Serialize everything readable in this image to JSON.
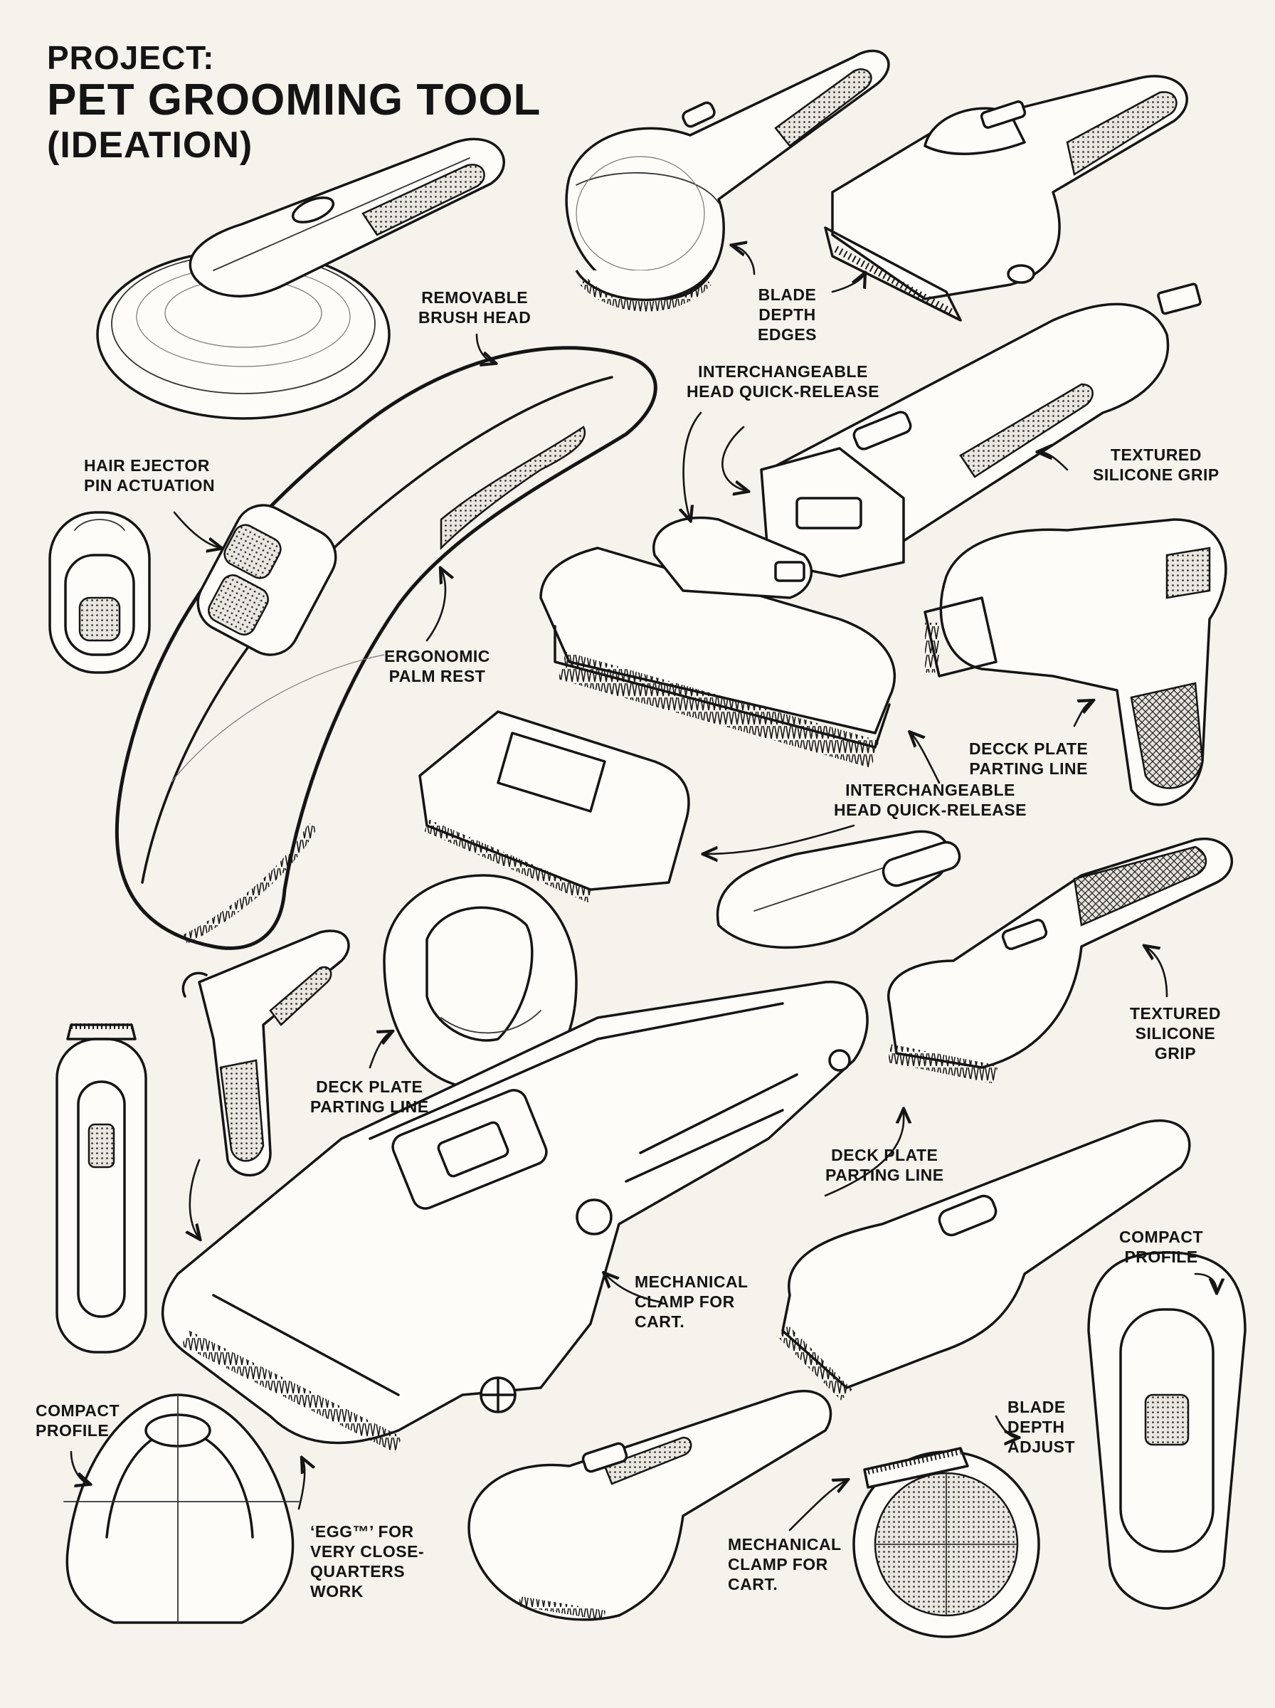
{
  "title": {
    "line1": "PROJECT:",
    "line2": "PET GROOMING TOOL",
    "line3": "(IDEATION)"
  },
  "annotations": {
    "removable_brush_head": "REMOVABLE\nBRUSH HEAD",
    "blade_depth_edges": "BLADE\nDEPTH\nEDGES",
    "interchangeable_top": "INTERCHANGEABLE\nHEAD QUICK-RELEASE",
    "textured_grip_top": "TEXTURED\nSILICONE GRIP",
    "hair_ejector": "HAIR EJECTOR\nPIN ACTUATION",
    "ergonomic_palm": "ERGONOMIC\nPALM REST",
    "decck_plate": "DECCK PLATE\nPARTING LINE",
    "interchangeable_mid": "INTERCHANGEABLE\nHEAD QUICK-RELEASE",
    "textured_grip_right": "TEXTURED\nSILICONE\nGRIP",
    "deck_plate_left": "DECK PLATE\nPARTING LINE",
    "deck_plate_mid": "DECK PLATE\nPARTING LINE",
    "compact_profile_right": "COMPACT\nPROFILE",
    "mechanical_clamp_mid": "MECHANICAL\nCLAMP FOR\nCART.",
    "compact_profile_left": "COMPACT\nPROFILE",
    "egg_note": "‘EGG™’ FOR\nVERY CLOSE-\nQUARTERS\n WORK",
    "blade_depth_adjust": "BLADE\nDEPTH\nADJUST",
    "mechanical_clamp_bottom": "MECHANICAL\nCLAMP FOR\nCART."
  },
  "colors": {
    "paper": "#f6f3ec",
    "ink": "#151515"
  }
}
